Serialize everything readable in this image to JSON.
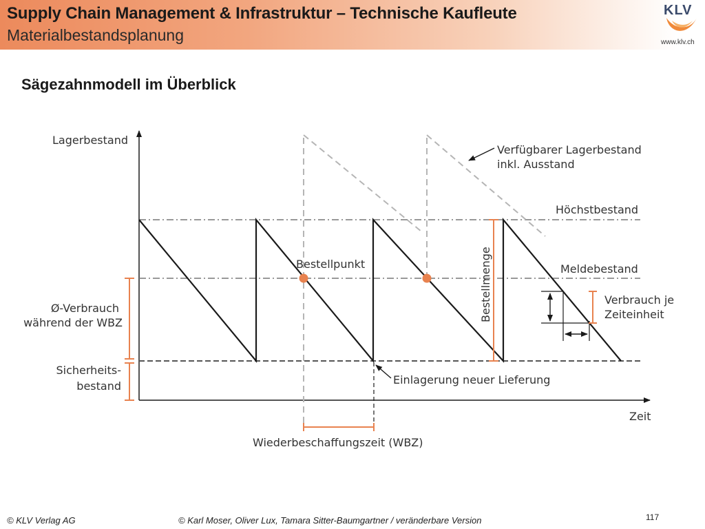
{
  "header": {
    "title": "Supply Chain Management & Infrastruktur – Technische Kaufleute",
    "subtitle": "Materialbestandsplanung"
  },
  "logo": {
    "text": "KLV",
    "url": "www.klv.ch"
  },
  "slide": {
    "heading": "Sägezahnmodell im Überblick"
  },
  "diagram": {
    "labels": {
      "y_axis": "Lagerbestand",
      "x_axis": "Zeit",
      "available_stock_line1": "Verfügbarer Lagerbestand",
      "available_stock_line2": "inkl. Ausstand",
      "max_stock": "Höchstbestand",
      "reorder_level": "Meldebestand",
      "reorder_point": "Bestellpunkt",
      "order_quantity": "Bestellmenge",
      "consumption_per_unit_line1": "Verbrauch je",
      "consumption_per_unit_line2": "Zeiteinheit",
      "avg_consumption_line1": "Ø-Verbrauch",
      "avg_consumption_line2": "während der WBZ",
      "safety_stock_line1": "Sicherheits-",
      "safety_stock_line2": "bestand",
      "new_delivery": "Einlagerung neuer Lieferung",
      "lead_time": "Wiederbeschaffungszeit (WBZ)"
    },
    "colors": {
      "accent": "#e8824f",
      "line": "#1a1a1a",
      "guide": "#777777",
      "dashed": "#b5b5b5"
    }
  },
  "footer": {
    "publisher": "© KLV Verlag AG",
    "authors": "© Karl Moser, Oliver Lux, Tamara Sitter-Baumgartner / veränderbare Version",
    "page": "117"
  }
}
